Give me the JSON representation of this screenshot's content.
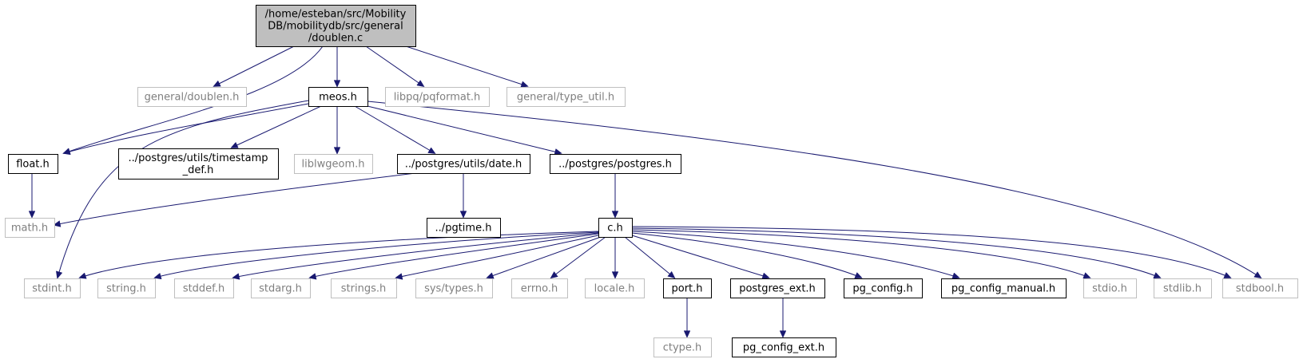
{
  "graph": {
    "title": "",
    "colors": {
      "edge": "#191970",
      "root_fill": "#bfbfbf",
      "root_border": "#000000",
      "documented_border": "#000000",
      "documented_text": "#000000",
      "external_border": "#bfbfbf",
      "external_text": "#7f7f7f"
    },
    "nodes": [
      {
        "id": "root",
        "lines": [
          "/home/esteban/src/Mobility",
          "DB/mobilitydb/src/general",
          "/doublen.c"
        ],
        "kind": "root"
      },
      {
        "id": "general_doublen_h",
        "lines": [
          "general/doublen.h"
        ],
        "kind": "external"
      },
      {
        "id": "meos_h",
        "lines": [
          "meos.h"
        ],
        "kind": "documented"
      },
      {
        "id": "libpq_pqformat_h",
        "lines": [
          "libpq/pqformat.h"
        ],
        "kind": "external"
      },
      {
        "id": "general_type_util_h",
        "lines": [
          "general/type_util.h"
        ],
        "kind": "external"
      },
      {
        "id": "float_h",
        "lines": [
          "float.h"
        ],
        "kind": "documented"
      },
      {
        "id": "timestamp_def_h",
        "lines": [
          "../postgres/utils/timestamp",
          "_def.h"
        ],
        "kind": "documented"
      },
      {
        "id": "liblwgeom_h",
        "lines": [
          "liblwgeom.h"
        ],
        "kind": "external"
      },
      {
        "id": "date_h",
        "lines": [
          "../postgres/utils/date.h"
        ],
        "kind": "documented"
      },
      {
        "id": "postgres_h",
        "lines": [
          "../postgres/postgres.h"
        ],
        "kind": "documented"
      },
      {
        "id": "math_h",
        "lines": [
          "math.h"
        ],
        "kind": "external"
      },
      {
        "id": "pgtime_h",
        "lines": [
          "../pgtime.h"
        ],
        "kind": "documented"
      },
      {
        "id": "c_h",
        "lines": [
          "c.h"
        ],
        "kind": "documented"
      },
      {
        "id": "stdint_h",
        "lines": [
          "stdint.h"
        ],
        "kind": "external"
      },
      {
        "id": "string_h",
        "lines": [
          "string.h"
        ],
        "kind": "external"
      },
      {
        "id": "stddef_h",
        "lines": [
          "stddef.h"
        ],
        "kind": "external"
      },
      {
        "id": "stdarg_h",
        "lines": [
          "stdarg.h"
        ],
        "kind": "external"
      },
      {
        "id": "strings_h",
        "lines": [
          "strings.h"
        ],
        "kind": "external"
      },
      {
        "id": "sys_types_h",
        "lines": [
          "sys/types.h"
        ],
        "kind": "external"
      },
      {
        "id": "errno_h",
        "lines": [
          "errno.h"
        ],
        "kind": "external"
      },
      {
        "id": "locale_h",
        "lines": [
          "locale.h"
        ],
        "kind": "external"
      },
      {
        "id": "port_h",
        "lines": [
          "port.h"
        ],
        "kind": "documented"
      },
      {
        "id": "postgres_ext_h",
        "lines": [
          "postgres_ext.h"
        ],
        "kind": "documented"
      },
      {
        "id": "pg_config_h",
        "lines": [
          "pg_config.h"
        ],
        "kind": "documented"
      },
      {
        "id": "pg_config_manual_h",
        "lines": [
          "pg_config_manual.h"
        ],
        "kind": "documented"
      },
      {
        "id": "stdio_h",
        "lines": [
          "stdio.h"
        ],
        "kind": "external"
      },
      {
        "id": "stdlib_h",
        "lines": [
          "stdlib.h"
        ],
        "kind": "external"
      },
      {
        "id": "stdbool_h",
        "lines": [
          "stdbool.h"
        ],
        "kind": "external"
      },
      {
        "id": "ctype_h",
        "lines": [
          "ctype.h"
        ],
        "kind": "external"
      },
      {
        "id": "pg_config_ext_h",
        "lines": [
          "pg_config_ext.h"
        ],
        "kind": "documented"
      }
    ],
    "edges": [
      {
        "from": "root",
        "to": "general_doublen_h"
      },
      {
        "from": "root",
        "to": "meos_h"
      },
      {
        "from": "root",
        "to": "libpq_pqformat_h"
      },
      {
        "from": "root",
        "to": "general_type_util_h"
      },
      {
        "from": "root",
        "to": "float_h"
      },
      {
        "from": "meos_h",
        "to": "float_h"
      },
      {
        "from": "meos_h",
        "to": "timestamp_def_h"
      },
      {
        "from": "meos_h",
        "to": "liblwgeom_h"
      },
      {
        "from": "meos_h",
        "to": "date_h"
      },
      {
        "from": "meos_h",
        "to": "postgres_h"
      },
      {
        "from": "meos_h",
        "to": "stdint_h"
      },
      {
        "from": "meos_h",
        "to": "stdbool_h"
      },
      {
        "from": "float_h",
        "to": "math_h"
      },
      {
        "from": "date_h",
        "to": "math_h"
      },
      {
        "from": "date_h",
        "to": "pgtime_h"
      },
      {
        "from": "postgres_h",
        "to": "c_h"
      },
      {
        "from": "c_h",
        "to": "stdint_h"
      },
      {
        "from": "c_h",
        "to": "string_h"
      },
      {
        "from": "c_h",
        "to": "stddef_h"
      },
      {
        "from": "c_h",
        "to": "stdarg_h"
      },
      {
        "from": "c_h",
        "to": "strings_h"
      },
      {
        "from": "c_h",
        "to": "sys_types_h"
      },
      {
        "from": "c_h",
        "to": "errno_h"
      },
      {
        "from": "c_h",
        "to": "locale_h"
      },
      {
        "from": "c_h",
        "to": "port_h"
      },
      {
        "from": "c_h",
        "to": "postgres_ext_h"
      },
      {
        "from": "c_h",
        "to": "pg_config_h"
      },
      {
        "from": "c_h",
        "to": "pg_config_manual_h"
      },
      {
        "from": "c_h",
        "to": "stdio_h"
      },
      {
        "from": "c_h",
        "to": "stdlib_h"
      },
      {
        "from": "c_h",
        "to": "stdbool_h"
      },
      {
        "from": "port_h",
        "to": "ctype_h"
      },
      {
        "from": "postgres_ext_h",
        "to": "pg_config_ext_h"
      }
    ]
  }
}
